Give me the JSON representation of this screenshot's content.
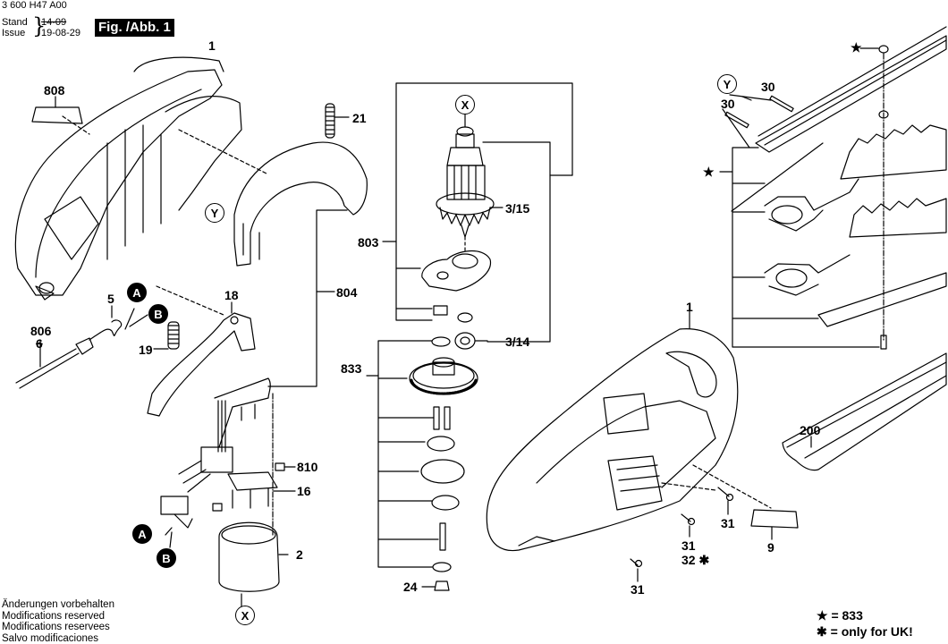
{
  "header": {
    "doc_number": "3 600 H47 A00",
    "stand_label": "Stand",
    "issue_label": "Issue",
    "old_date": "14-09",
    "issue_date": "19-08-29",
    "figure_title": "Fig. /Abb. 1"
  },
  "part_labels": {
    "housing_left": "1",
    "cover_plate_left": "808",
    "spring_21": "21",
    "callout_y_left": "Y",
    "armature_group": "803",
    "switch_group": "804",
    "callout_x_top": "X",
    "armature": "3/15",
    "bearing": "3/14",
    "gear_group": "833",
    "cable": "5",
    "cable_old": "6",
    "cable_new": "806",
    "callout_a_top": "A",
    "callout_b_top": "B",
    "switch_lever": "18",
    "spring_19": "19",
    "carbon_brush": "810",
    "brush_holder": "16",
    "callout_a_bottom": "A",
    "callout_b_bottom": "B",
    "field": "2",
    "callout_x_bottom": "X",
    "nut_24": "24",
    "housing_right": "1",
    "screw_31_a": "31",
    "screw_31_b": "31",
    "screw_32": "32",
    "screw_31_c": "31",
    "cover_plate_right": "9",
    "blade_guard": "200",
    "pin_30_a": "30",
    "pin_30_b": "30",
    "callout_y_right": "Y"
  },
  "icons": {
    "star": "★",
    "asterisk": "✱"
  },
  "footer": {
    "lines": [
      "Änderungen vorbehalten",
      "Modifications reserved",
      "Modifications reservees",
      "Salvo modificaciones"
    ]
  },
  "legend": {
    "star_meaning": "= 833",
    "asterisk_meaning": "= only for UK!"
  }
}
